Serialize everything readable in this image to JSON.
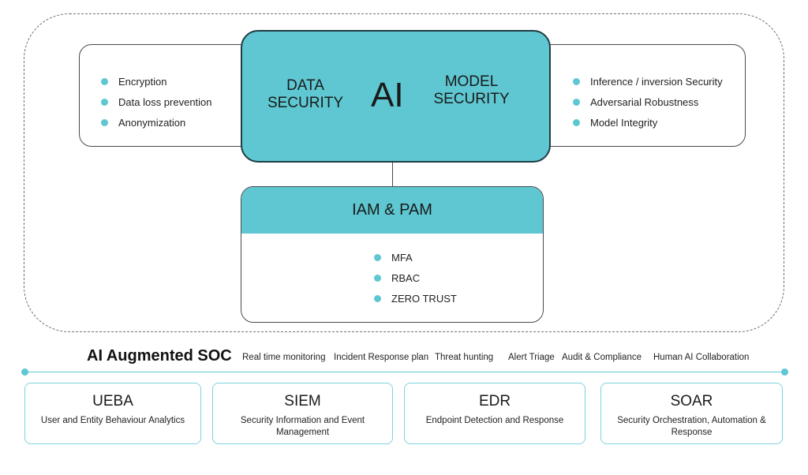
{
  "colors": {
    "accent": "#5ec7d1",
    "frame_border": "#1f3d43",
    "text": "#222222"
  },
  "top_section": {
    "center": {
      "left_label": "DATA\nSECURITY",
      "center_label": "AI",
      "right_label": "MODEL\nSECURITY"
    },
    "data_security_items": [
      "Encryption",
      "Data loss prevention",
      "Anonymization"
    ],
    "model_security_items": [
      "Inference / inversion Security",
      "Adversarial Robustness",
      "Model Integrity"
    ],
    "iam": {
      "title": "IAM & PAM",
      "items": [
        "MFA",
        "RBAC",
        "ZERO TRUST"
      ]
    }
  },
  "soc": {
    "title": "AI Augmented SOC",
    "tags": [
      "Real time monitoring",
      "Incident Response plan",
      "Threat hunting",
      "Alert Triage",
      "Audit & Compliance",
      "Human AI Collaboration"
    ],
    "cards": [
      {
        "title": "UEBA",
        "subtitle": "User and Entity Behaviour Analytics"
      },
      {
        "title": "SIEM",
        "subtitle": "Security Information and Event Management"
      },
      {
        "title": "EDR",
        "subtitle": "Endpoint Detection and Response"
      },
      {
        "title": "SOAR",
        "subtitle": "Security Orchestration, Automation & Response"
      }
    ]
  }
}
